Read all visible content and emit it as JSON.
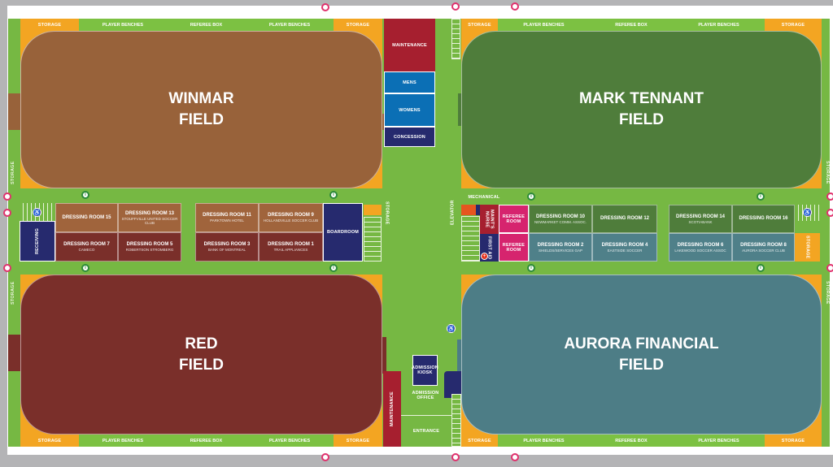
{
  "labels": {
    "storage": "STORAGE",
    "player_benches": "PLAYER BENCHES",
    "referee_box": "REFEREE BOX"
  },
  "fields": {
    "winmar": {
      "line1": "WINMAR",
      "line2": "FIELD",
      "color": "#98623a"
    },
    "mark_tennant": {
      "line1": "MARK TENNANT",
      "line2": "FIELD",
      "color": "#4f7d3b"
    },
    "red": {
      "line1": "RED",
      "line2": "FIELD",
      "color": "#7a2f2a"
    },
    "aurora": {
      "line1": "AURORA FINANCIAL",
      "line2": "FIELD",
      "color": "#4d7d86"
    }
  },
  "center": {
    "maintenance": "MAINTENANCE",
    "mens": "MENS",
    "womens": "WOMENS",
    "concession": "CONCESSION",
    "admission_kiosk": "ADMISSION KIOSK",
    "admission_office": "ADMISSION OFFICE",
    "entrance": "ENTRANCE",
    "maintenance_bottom": "MAINTENANCE"
  },
  "west_wing": {
    "receiving": "RECEIVING",
    "boardroom": "BOARDROOM",
    "storage": "STORAGE",
    "rooms": [
      {
        "name": "DRESSING ROOM 15",
        "sponsor": ""
      },
      {
        "name": "DRESSING ROOM 13",
        "sponsor": "STOUFFVILLE UNITED SOCCER CLUB"
      },
      {
        "name": "DRESSING ROOM 7",
        "sponsor": "CAMECO"
      },
      {
        "name": "DRESSING ROOM 5",
        "sponsor": "ROBERTSON STROMBERG"
      },
      {
        "name": "DRESSING ROOM 11",
        "sponsor": "PARKTOWN HOTEL"
      },
      {
        "name": "DRESSING ROOM 9",
        "sponsor": "HOLLANDVILLE SOCCER CLUB"
      },
      {
        "name": "DRESSING ROOM 3",
        "sponsor": "BANK OF MONTREAL"
      },
      {
        "name": "DRESSING ROOM 1",
        "sponsor": "TRAIL APPLIANCES"
      }
    ]
  },
  "east_wing": {
    "elevator": "ELEVATOR",
    "mechanical": "MECHANICAL",
    "maint_nurse": "MAINT'S NURSE",
    "first_aid": "FIRST AID",
    "referee_room": "REFEREE ROOM",
    "storage": "STORAGE",
    "rooms": [
      {
        "name": "DRESSING ROOM 10",
        "sponsor": "NEWMARKET COMM. ASSOC."
      },
      {
        "name": "DRESSING ROOM 12",
        "sponsor": ""
      },
      {
        "name": "DRESSING ROOM 2",
        "sponsor": "SHIELDS/SERVICES GAP"
      },
      {
        "name": "DRESSING ROOM 4",
        "sponsor": "EASTSIDE SOCCER"
      },
      {
        "name": "DRESSING ROOM 14",
        "sponsor": "SCOTIABANK"
      },
      {
        "name": "DRESSING ROOM 16",
        "sponsor": ""
      },
      {
        "name": "DRESSING ROOM 6",
        "sponsor": "LAKEWOOD SOCCER ASSOC"
      },
      {
        "name": "DRESSING ROOM 8",
        "sponsor": "AURORA SOCCER CLUB"
      }
    ]
  },
  "icons": {
    "info": "i",
    "accessible": "♿",
    "exit": "⊘"
  }
}
